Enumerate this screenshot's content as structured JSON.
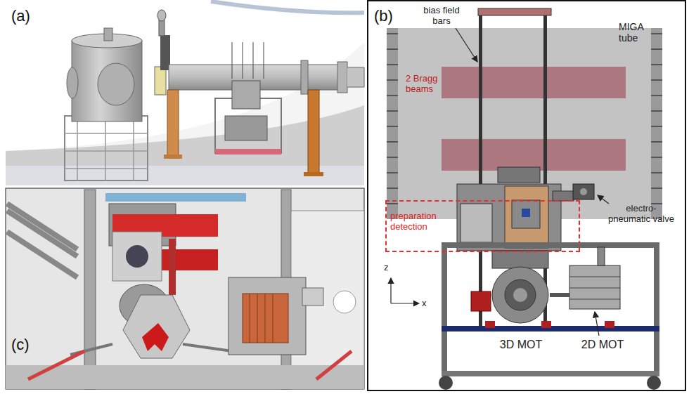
{
  "diagram": {
    "nodes": [
      {
        "text": [
          "MIGA tube",
          "2 Bragg beams"
        ]
      },
      {
        "text": [
          "preparation detection"
        ]
      }
    ],
    "labels": [
      "(a)",
      "(b)",
      "(c)",
      "bias field bars",
      "electro-pneumatic valve",
      "z",
      "x",
      "3D MOT",
      "2D MOT"
    ]
  }
}
